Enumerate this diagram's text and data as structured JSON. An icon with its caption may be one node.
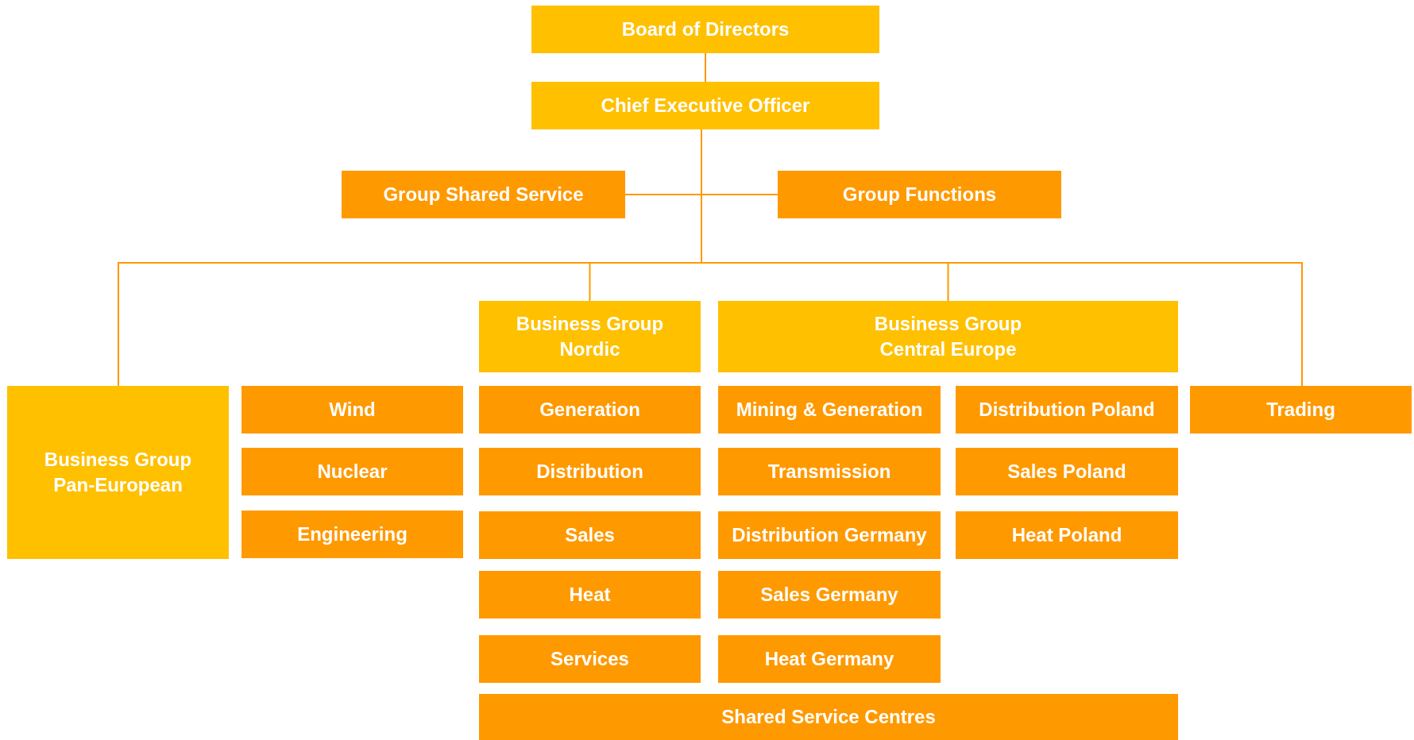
{
  "diagram": {
    "nodes": [
      {
        "text": [
          "Board of Directors"
        ]
      },
      {
        "text": [
          "Chief Executive Officer"
        ]
      },
      {
        "text": [
          "Group Shared Service"
        ]
      },
      {
        "text": [
          "Group Functions"
        ]
      },
      {
        "text": [
          "Business Group Pan-European"
        ]
      },
      {
        "text": [
          "Wind"
        ]
      },
      {
        "text": [
          "Nuclear"
        ]
      },
      {
        "text": [
          "Engineering"
        ]
      },
      {
        "text": [
          "Business Group Nordic"
        ]
      },
      {
        "text": [
          "Generation"
        ]
      },
      {
        "text": [
          "Distribution"
        ]
      },
      {
        "text": [
          "Sales"
        ]
      },
      {
        "text": [
          "Heat"
        ]
      },
      {
        "text": [
          "Services"
        ]
      },
      {
        "text": [
          "Business Group Central Europe"
        ]
      },
      {
        "text": [
          "Mining & Generation"
        ]
      },
      {
        "text": [
          "Transmission"
        ]
      },
      {
        "text": [
          "Distribution Germany"
        ]
      },
      {
        "text": [
          "Sales Germany"
        ]
      },
      {
        "text": [
          "Heat Germany"
        ]
      },
      {
        "text": [
          "Distribution Poland"
        ]
      },
      {
        "text": [
          "Sales Poland"
        ]
      },
      {
        "text": [
          "Heat Poland"
        ]
      },
      {
        "text": [
          "Trading"
        ]
      },
      {
        "text": [
          "Shared Service Centres"
        ]
      }
    ],
    "edges": [
      {
        "from": 0,
        "to": 1,
        "arrow": "none"
      },
      {
        "from": 1,
        "to": 2,
        "arrow": "none"
      },
      {
        "from": 1,
        "to": 3,
        "arrow": "none"
      },
      {
        "from": 1,
        "to": 4,
        "arrow": "none"
      },
      {
        "from": 1,
        "to": 8,
        "arrow": "none"
      },
      {
        "from": 1,
        "to": 14,
        "arrow": "none"
      },
      {
        "from": 1,
        "to": 23,
        "arrow": "none"
      }
    ]
  }
}
